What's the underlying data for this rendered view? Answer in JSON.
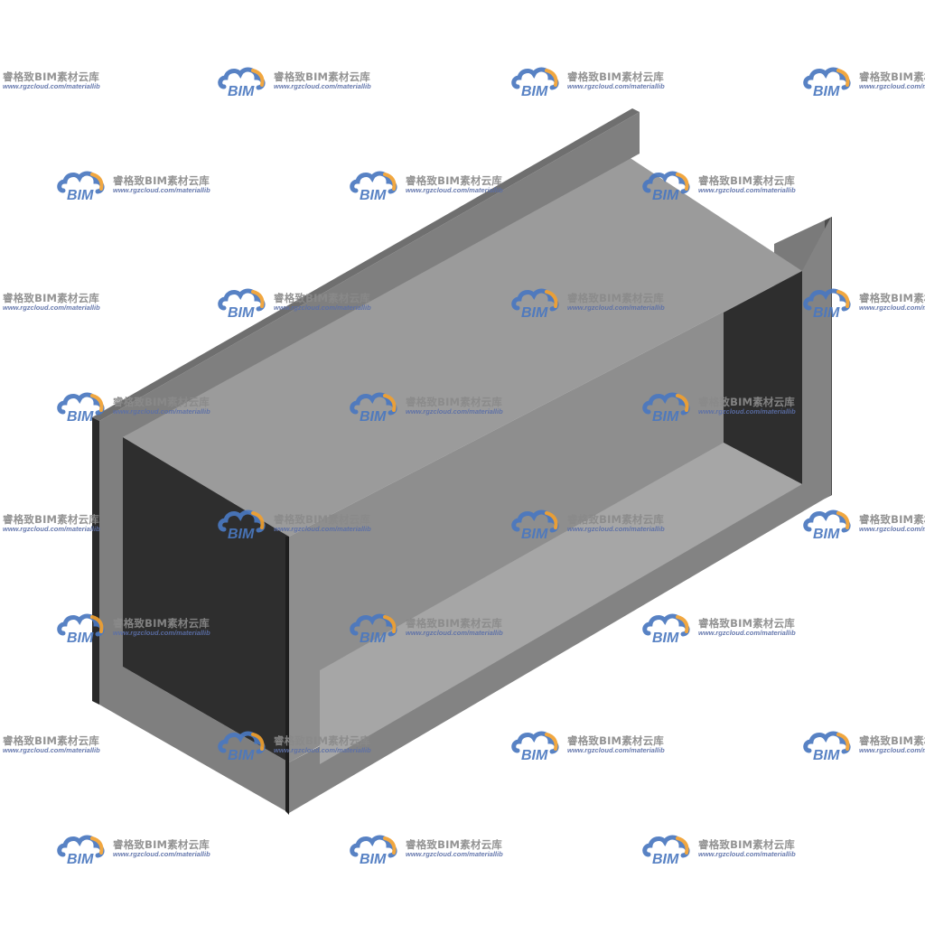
{
  "scene": {
    "subject": "rectangular duct section with end flanges (3D isometric render)",
    "colors": {
      "background": "#ffffff",
      "top_face": "#9b9b9b",
      "front_face": "#8e8e8e",
      "flange_face": "#7d7d7d",
      "flange_edge": "#5a5a5a",
      "interior_dark": "#2e2e2e",
      "interior_floor": "#a8a8a8",
      "edge_black": "#1a1a1a"
    }
  },
  "watermark": {
    "logo_text": "BIM",
    "title": "睿格致BIM素材云库",
    "url": "www.rgzcloud.com/materiallib",
    "colors": {
      "cloud_blue": "#4a78c0",
      "cloud_orange": "#f0a030",
      "text_gray": "#8a8a8a"
    }
  }
}
